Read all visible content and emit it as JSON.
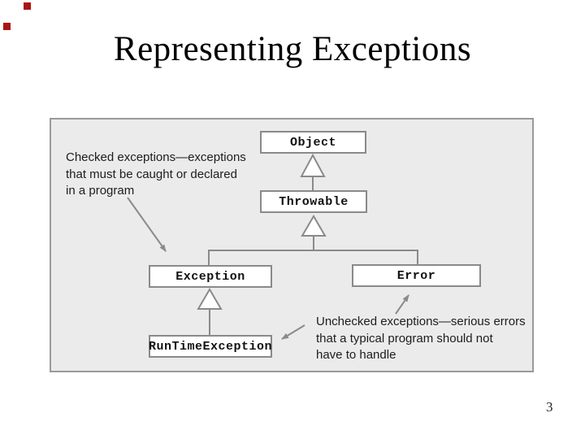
{
  "slide": {
    "title": "Representing Exceptions",
    "page_number": "3",
    "accent_color": "#a81616",
    "background_color": "#ffffff"
  },
  "diagram": {
    "panel_background": "#ebebeb",
    "line_color": "#8a8a8a",
    "type": "class-hierarchy",
    "nodes": [
      {
        "id": "object",
        "label": "Object"
      },
      {
        "id": "throwable",
        "label": "Throwable"
      },
      {
        "id": "exception",
        "label": "Exception"
      },
      {
        "id": "error",
        "label": "Error"
      },
      {
        "id": "runtime-exception",
        "label": "RunTimeException"
      }
    ],
    "edges": [
      {
        "from": "throwable",
        "to": "object",
        "type": "generalization"
      },
      {
        "from": "exception",
        "to": "throwable",
        "type": "generalization"
      },
      {
        "from": "error",
        "to": "throwable",
        "type": "generalization"
      },
      {
        "from": "runtime-exception",
        "to": "exception",
        "type": "generalization"
      }
    ],
    "annotations": [
      {
        "id": "checked",
        "points_to": "exception",
        "lines": [
          "Checked exceptions—exceptions",
          "that must be caught or declared",
          "in a program"
        ]
      },
      {
        "id": "unchecked",
        "points_to": "error, runtime-exception",
        "lines": [
          "Unchecked exceptions—serious errors",
          "that a typical program should not",
          "have to handle"
        ]
      }
    ]
  }
}
